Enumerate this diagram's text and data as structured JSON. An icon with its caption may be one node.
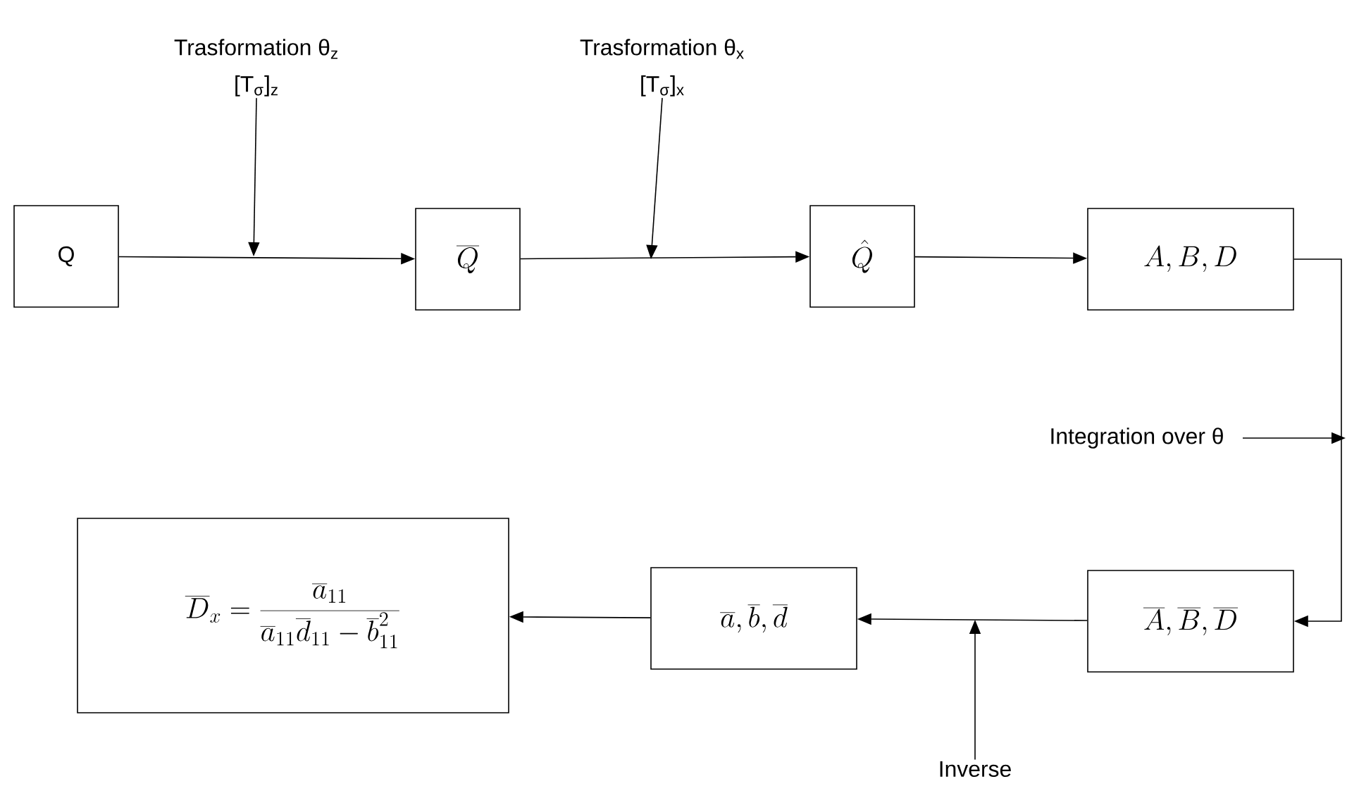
{
  "diagram": {
    "nodes": [
      {
        "text": [
          "Q"
        ]
      },
      {
        "text": [
          "\\overline{Q}"
        ]
      },
      {
        "text": [
          "\\hat{Q}"
        ]
      },
      {
        "text": [
          "A,B,D"
        ]
      },
      {
        "text": [
          "Trasformation θ$_{z}$",
          "[T$_{σ}$]$_{z}$"
        ]
      },
      {
        "text": [
          "Trasformation θ$_{x}$",
          "[T$_{σ}$]$_{x}$"
        ]
      },
      {
        "text": [
          "\\overline{D}_{x} = \\frac{\\overline{a}_{11}}{\\overline{a}_{11}\\overline{d}_{11} - \\overline{b}_{11}^{2}}"
        ]
      },
      {
        "text": [
          "\\overline{a},\\overline{b},\\overline{d}"
        ]
      },
      {
        "text": [
          "\\overline{A},\\overline{B},\\overline{D}"
        ]
      },
      {
        "text": [
          "Inverse"
        ]
      }
    ],
    "edges": [
      {
        "from": 0,
        "to": 1,
        "arrow": "to"
      },
      {
        "from": 1,
        "to": 2,
        "arrow": "to"
      },
      {
        "from": 2,
        "to": 3,
        "arrow": "to"
      },
      {
        "from": 3,
        "to": 8,
        "arrow": "to"
      },
      {
        "from": 8,
        "to": 7,
        "arrow": "to"
      },
      {
        "from": 7,
        "to": 6,
        "arrow": "to"
      },
      {
        "from": 4,
        "to": null,
        "arrow": "to"
      },
      {
        "from": 5,
        "to": null,
        "arrow": "to"
      },
      {
        "from": 9,
        "to": null,
        "arrow": "to"
      }
    ],
    "labels": [
      "Integration over θ"
    ]
  }
}
